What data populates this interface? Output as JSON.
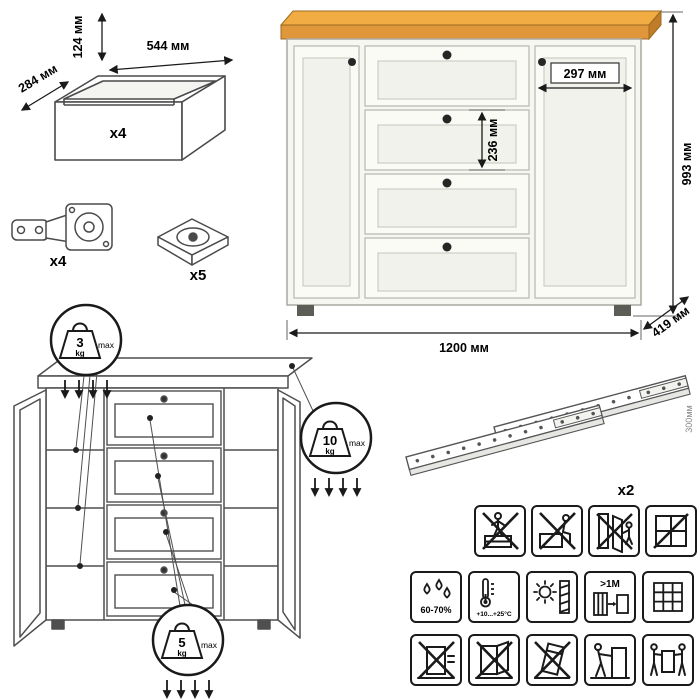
{
  "diagram": {
    "drawer_box": {
      "height": "124 мм",
      "width": "544 мм",
      "depth": "284 мм",
      "count": "x4"
    },
    "hinge": {
      "count": "x4"
    },
    "foot": {
      "count": "x5"
    },
    "cabinet": {
      "door_width": "297 мм",
      "drawer_front_height": "236 мм",
      "height": "993 мм",
      "width": "1200 мм",
      "depth": "419 мм"
    },
    "loads": {
      "shelf": {
        "value": "3",
        "unit": "kg",
        "label": "max"
      },
      "top": {
        "value": "10",
        "unit": "kg",
        "label": "max"
      },
      "drawer": {
        "value": "5",
        "unit": "kg",
        "label": "max"
      }
    },
    "slides": {
      "count": "x2",
      "length": "300мм"
    },
    "care_icons": {
      "humidity": "60-70%",
      "temperature": "+10...+25°C",
      "min_distance": ">1M"
    },
    "icon_names": {
      "row1": [
        "no-standing-icon",
        "no-sitting-icon",
        "door-swing-warning-icon",
        "window-restriction-icon"
      ],
      "row2": [
        "humidity-icon",
        "temperature-icon",
        "sunlight-icon",
        "heat-distance-icon",
        "lattice-icon"
      ],
      "row3": [
        "no-dragging-icon",
        "no-moving-open-icon",
        "no-tilting-icon",
        "push-carefully-icon",
        "two-person-carry-icon"
      ]
    }
  },
  "colors": {
    "wood_top": "#f1ad43",
    "wood_edge": "#e0963a",
    "wood_side": "#c07c28",
    "cabinet_body": "#f7f7f1",
    "outline": "#4a4a4a",
    "knob": "#262626"
  }
}
